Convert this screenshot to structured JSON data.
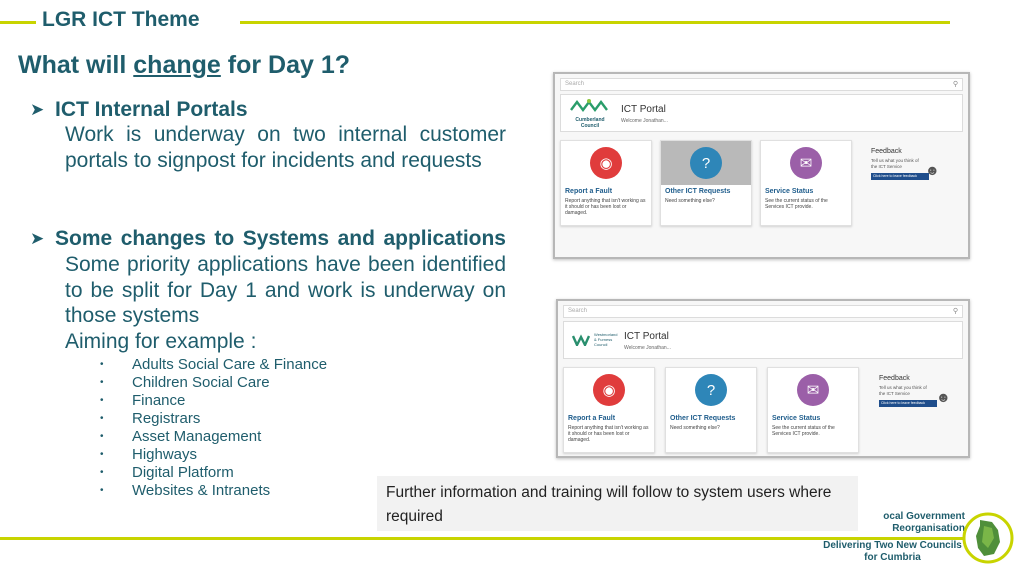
{
  "header": {
    "theme_title": "LGR ICT Theme"
  },
  "slide": {
    "title_pre": "What will ",
    "title_underlined": "change",
    "title_post": " for Day 1?"
  },
  "section1": {
    "heading": "ICT Internal Portals",
    "body": "Work is underway on two internal customer portals to signpost for incidents and requests"
  },
  "section2": {
    "heading": "Some changes to Systems and applications",
    "body": "Some priority applications have been identified to be split for Day 1 and work is underway on those systems",
    "aiming": "Aiming for example :",
    "items": [
      "Adults Social Care  & Finance",
      "Children Social Care",
      "Finance",
      "Registrars",
      "Asset Management",
      "Highways",
      "Digital Platform",
      "Websites & Intranets"
    ]
  },
  "portal1": {
    "search_placeholder": "Search",
    "logo_text": "Cumberland\nCouncil",
    "title": "ICT Portal",
    "welcome": "Welcome Jonathan...",
    "tiles": [
      {
        "title": "Report a Fault",
        "desc": "Report anything that isn't working as it should or has been lost or damaged.",
        "icon": "lifebuoy-icon"
      },
      {
        "title": "Other ICT Requests",
        "desc": "Need something else?",
        "icon": "chat-question-icon"
      },
      {
        "title": "Service Status",
        "desc": "See the current status of the Services ICT provide.",
        "icon": "status-chat-icon"
      }
    ],
    "feedback_title": "Feedback",
    "feedback_text": "Tell us what you think of the ICT Service",
    "feedback_button": "Click here to leave feedback"
  },
  "portal2": {
    "search_placeholder": "Search",
    "logo_text": "Westmorland\n& Furness\nCouncil",
    "title": "ICT Portal",
    "welcome": "Welcome Jonathan...",
    "tiles": [
      {
        "title": "Report a Fault",
        "desc": "Report anything that isn't working as it should or has been lost or damaged.",
        "icon": "lifebuoy-icon"
      },
      {
        "title": "Other ICT Requests",
        "desc": "Need something else?",
        "icon": "chat-question-icon"
      },
      {
        "title": "Service Status",
        "desc": "See the current status of the Services ICT provide.",
        "icon": "status-chat-icon"
      }
    ],
    "feedback_title": "Feedback",
    "feedback_text": "Tell us what you think of the ICT Service",
    "feedback_button": "Click here to leave feedback"
  },
  "note": {
    "text": "Further information and training will follow to system users where required"
  },
  "footer": {
    "lgr_line1": "ocal Government",
    "lgr_line2": "Reorganisation",
    "tagline1": "Delivering Two New Councils",
    "tagline2": "for Cumbria"
  },
  "colors": {
    "accent_line": "#c8d400",
    "heading_teal": "#1f5d6c",
    "fault_red": "#e03c3c",
    "requests_blue": "#2e86b8",
    "status_purple": "#9b5fa8"
  }
}
